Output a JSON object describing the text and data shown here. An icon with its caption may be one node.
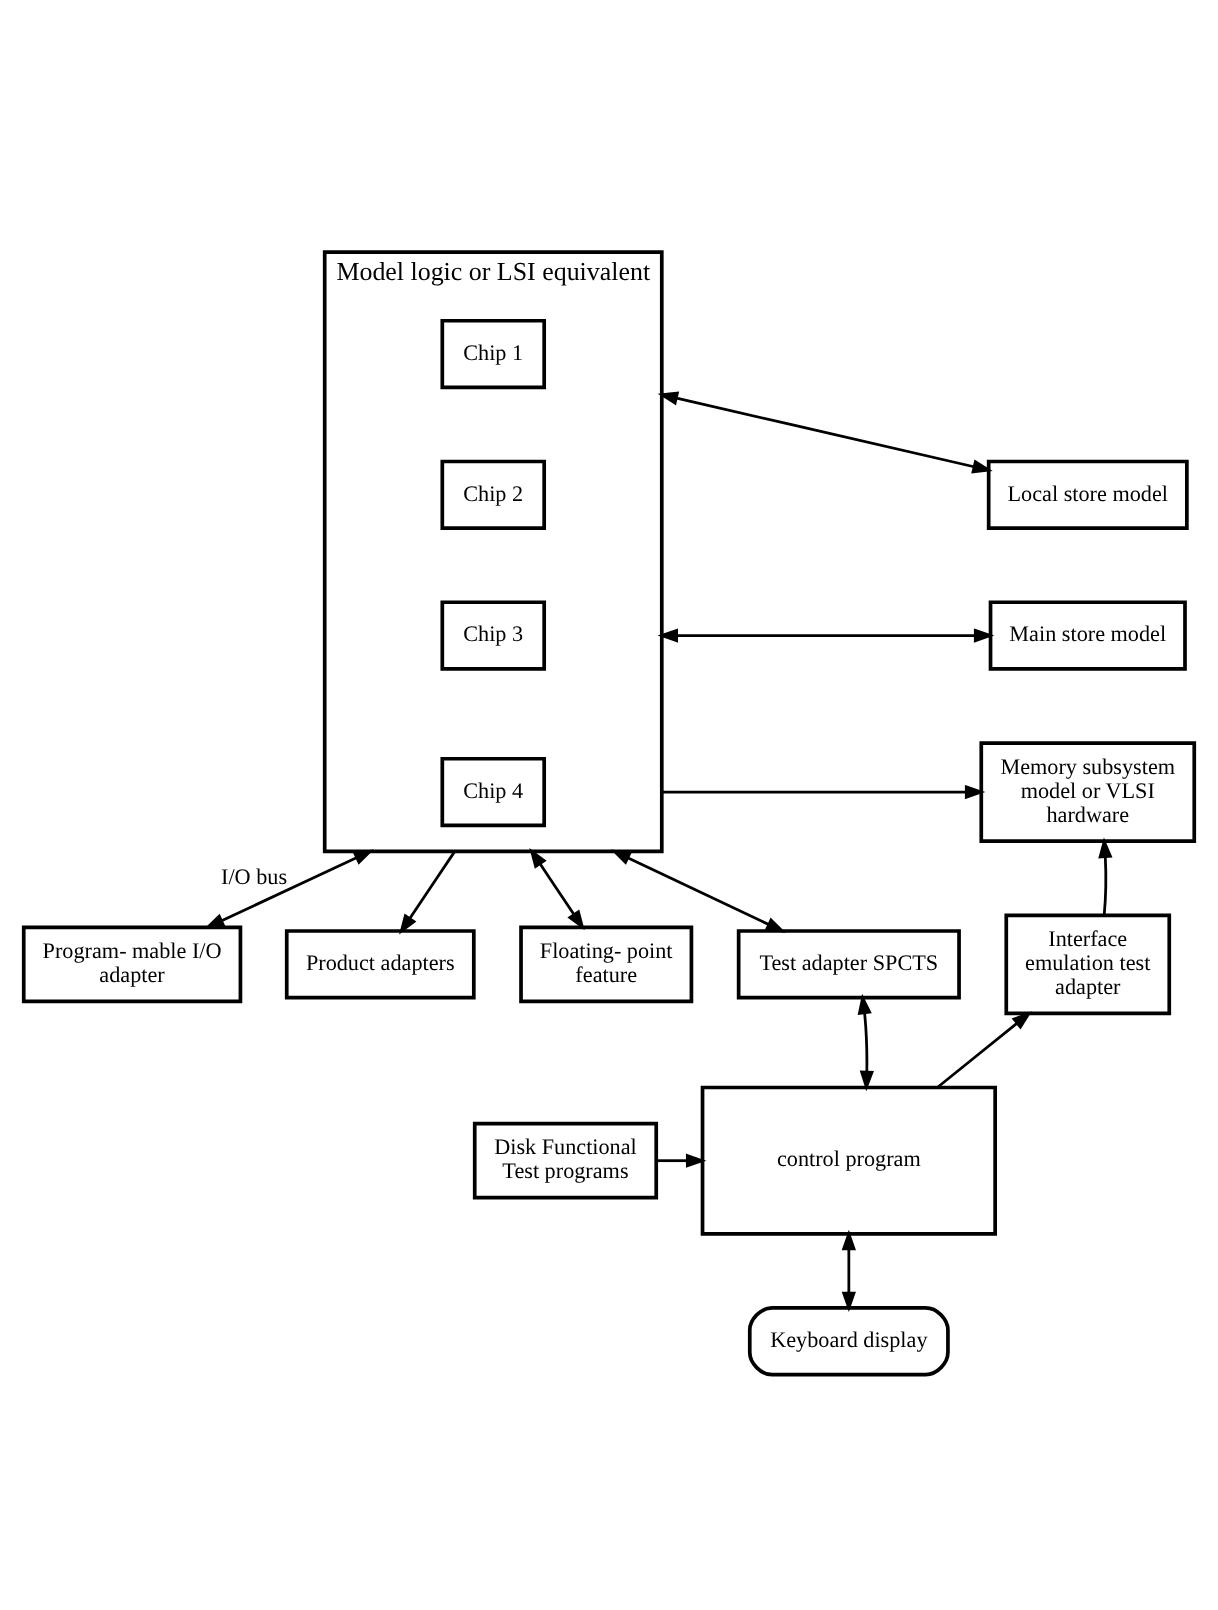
{
  "diagram": {
    "nodes": [
      {
        "text": [
          "Model logic or LSI equivalent"
        ]
      },
      {
        "text": [
          "Chip 1"
        ],
        "in": 0
      },
      {
        "text": [
          "Chip 2"
        ],
        "in": 0
      },
      {
        "text": [
          "Chip 3"
        ],
        "in": 0
      },
      {
        "text": [
          "Chip 4"
        ],
        "in": 0
      },
      {
        "text": [
          "Local store model"
        ]
      },
      {
        "text": [
          "Main store model"
        ]
      },
      {
        "text": [
          "Memory subsystem model or VLSI hardware"
        ]
      },
      {
        "text": [
          "Floating- point feature"
        ]
      },
      {
        "text": [
          "Test adapter SPCTS"
        ]
      },
      {
        "text": [
          "Interface emulation test adapter"
        ]
      },
      {
        "text": [
          "Program- mable I/O adapter"
        ]
      },
      {
        "text": [
          "Product adapters"
        ]
      },
      {
        "text": [
          "control program"
        ]
      },
      {
        "text": [
          "Disk Functional Test programs"
        ]
      },
      {
        "text": [
          "Keyboard display"
        ]
      }
    ],
    "edges": [
      {
        "from": 0,
        "to": 5,
        "arrow": "both"
      },
      {
        "from": 0,
        "to": 6,
        "arrow": "both"
      },
      {
        "from": 0,
        "to": 7,
        "arrow": "to"
      },
      {
        "from": 8,
        "to": 0,
        "arrow": "both"
      },
      {
        "from": 9,
        "to": 0,
        "arrow": "both"
      },
      {
        "from": 0,
        "to": 11,
        "arrow": "both",
        "label": "I/O bus"
      },
      {
        "from": 0,
        "to": 12,
        "arrow": "to"
      },
      {
        "from": 10,
        "to": 7,
        "arrow": "to"
      },
      {
        "from": 13,
        "to": 9,
        "arrow": "both"
      },
      {
        "from": 13,
        "to": 10,
        "arrow": "to"
      },
      {
        "from": 14,
        "to": 13,
        "arrow": "to"
      },
      {
        "from": 13,
        "to": 15,
        "arrow": "both"
      }
    ]
  }
}
